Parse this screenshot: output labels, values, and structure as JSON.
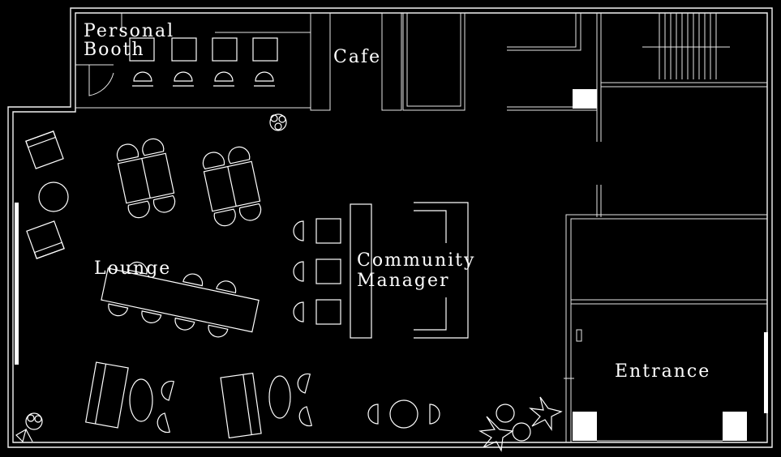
{
  "labels": {
    "personal_booth_line1": "Personal",
    "personal_booth_line2": "Booth",
    "cafe": "Cafe",
    "lounge": "Lounge",
    "community_line1": "Community",
    "community_line2": "Manager",
    "entrance": "Entrance"
  },
  "colors": {
    "background": "#000000",
    "line": "#ffffff"
  }
}
